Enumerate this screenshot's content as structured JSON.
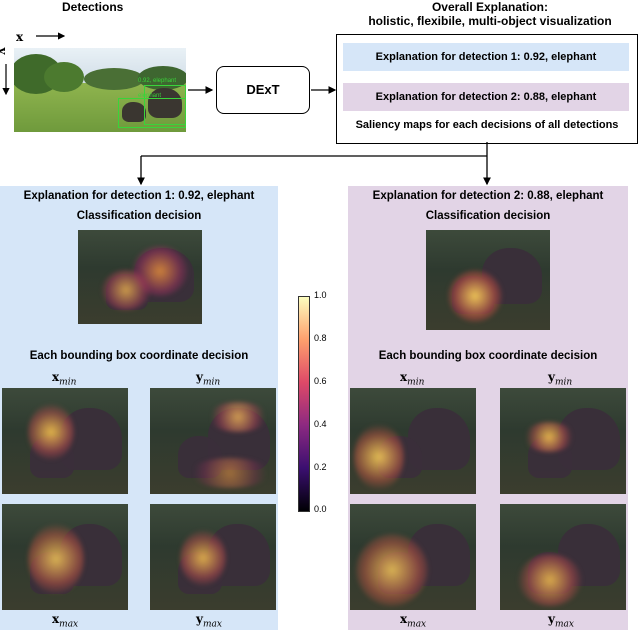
{
  "top": {
    "detections_label": "Detections",
    "axis_x": "x",
    "axis_y": "y",
    "det_box_1_label": "0.92, elephant",
    "det_box_2_label": "elephant",
    "dext_label": "DExT",
    "overall_title_line1": "Overall Explanation:",
    "overall_title_line2": "holistic, flexibile, multi-object visualization",
    "explanation_1": "Explanation for detection 1: 0.92, elephant",
    "explanation_2": "Explanation for detection 2: 0.88, elephant",
    "saliency_caption": "Saliency maps for each decisions of all detections"
  },
  "left_panel": {
    "title": "Explanation for detection 1: 0.92, elephant",
    "classification": "Classification decision",
    "bbox_title": "Each bounding box coordinate decision",
    "xmin": "x",
    "xmin_sub": "min",
    "ymin": "y",
    "ymin_sub": "min",
    "xmax": "x",
    "xmax_sub": "max",
    "ymax": "y",
    "ymax_sub": "max"
  },
  "right_panel": {
    "title": "Explanation for detection 2: 0.88, elephant",
    "classification": "Classification decision",
    "bbox_title": "Each bounding box coordinate decision",
    "xmin": "x",
    "xmin_sub": "min",
    "ymin": "y",
    "ymin_sub": "min",
    "xmax": "x",
    "xmax_sub": "max",
    "ymax": "y",
    "ymax_sub": "max"
  },
  "colorbar": {
    "ticks": [
      "1.0",
      "0.8",
      "0.6",
      "0.4",
      "0.2",
      "0.0"
    ]
  },
  "colors": {
    "left_panel_bg": "#d6e6f8",
    "right_panel_bg": "#e2d4e6",
    "expl1_bg": "#d6e6f8",
    "expl2_bg": "#e2d4e6",
    "detection_box": "#39d43a"
  }
}
